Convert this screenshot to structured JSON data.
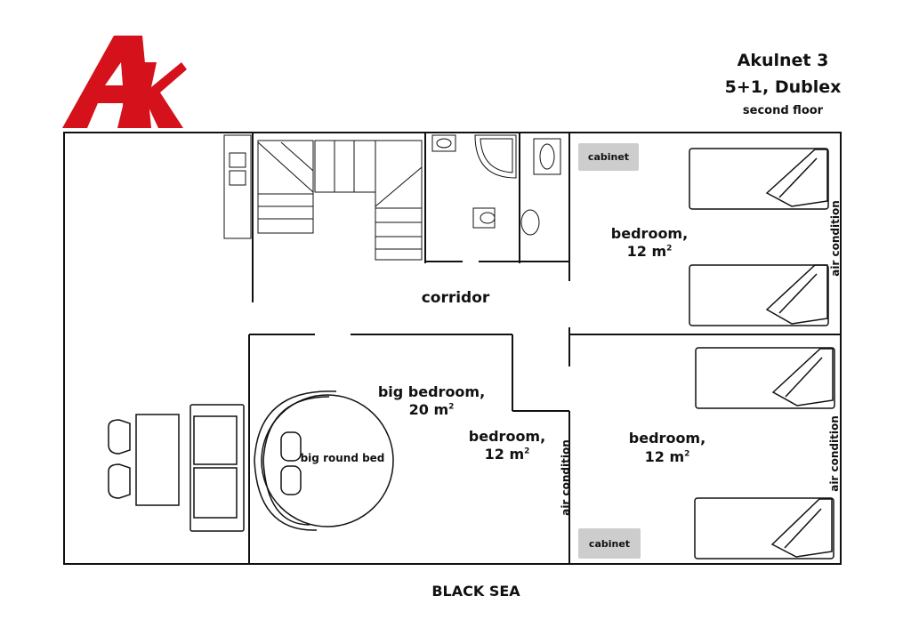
{
  "header": {
    "title": "Akulnet 3",
    "subtitle": "5+1, Dublex",
    "floor": "second floor"
  },
  "logo": {
    "text": "AK",
    "color": "#d5111b"
  },
  "rooms": {
    "corridor": "corridor",
    "bedroom_top_right": {
      "name": "bedroom,",
      "area": "12 m",
      "unit_sup": "2"
    },
    "big_bedroom": {
      "name": "big bedroom,",
      "area": "20 m",
      "unit_sup": "2"
    },
    "bedroom_middle": {
      "name": "bedroom,",
      "area": "12 m",
      "unit_sup": "2"
    },
    "bedroom_bottom_right": {
      "name": "bedroom,",
      "area": "12 m",
      "unit_sup": "2"
    }
  },
  "furniture": {
    "big_round_bed": "big round bed",
    "cabinet_top": "cabinet",
    "cabinet_bottom": "cabinet"
  },
  "air_condition_labels": [
    "air condition",
    "air condition",
    "air condition"
  ],
  "footer": {
    "sea": "BLACK SEA"
  },
  "colors": {
    "walls": "#111111",
    "cabinet": "#cdcdcd",
    "logo": "#d5111b"
  }
}
